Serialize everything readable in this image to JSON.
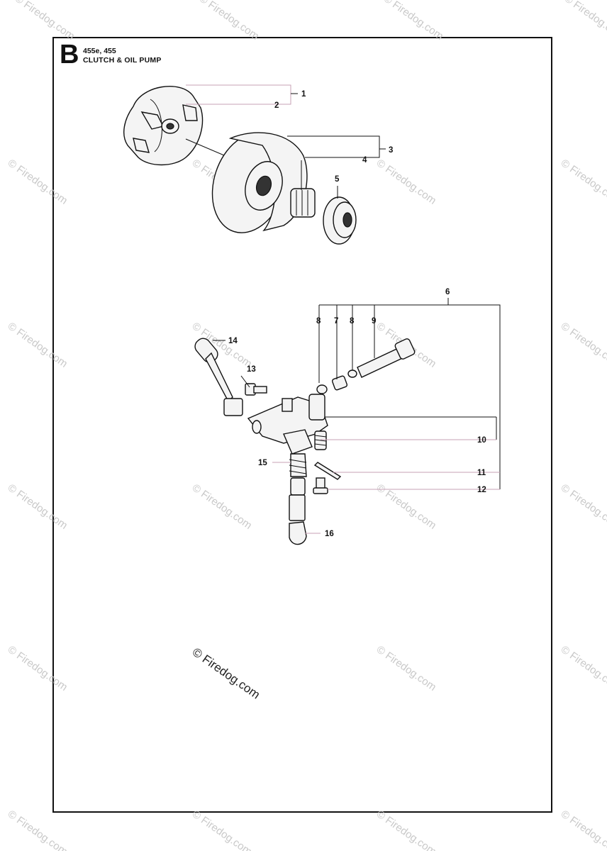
{
  "header": {
    "section_letter": "B",
    "models": "455e, 455",
    "subtitle": "CLUTCH & OIL PUMP"
  },
  "callouts": [
    "1",
    "2",
    "3",
    "4",
    "5",
    "6",
    "7",
    "8",
    "8",
    "9",
    "10",
    "11",
    "12",
    "13",
    "14",
    "15",
    "16"
  ],
  "watermark": {
    "text": "© Firedog.com",
    "center_text": "© Firedog.com"
  }
}
